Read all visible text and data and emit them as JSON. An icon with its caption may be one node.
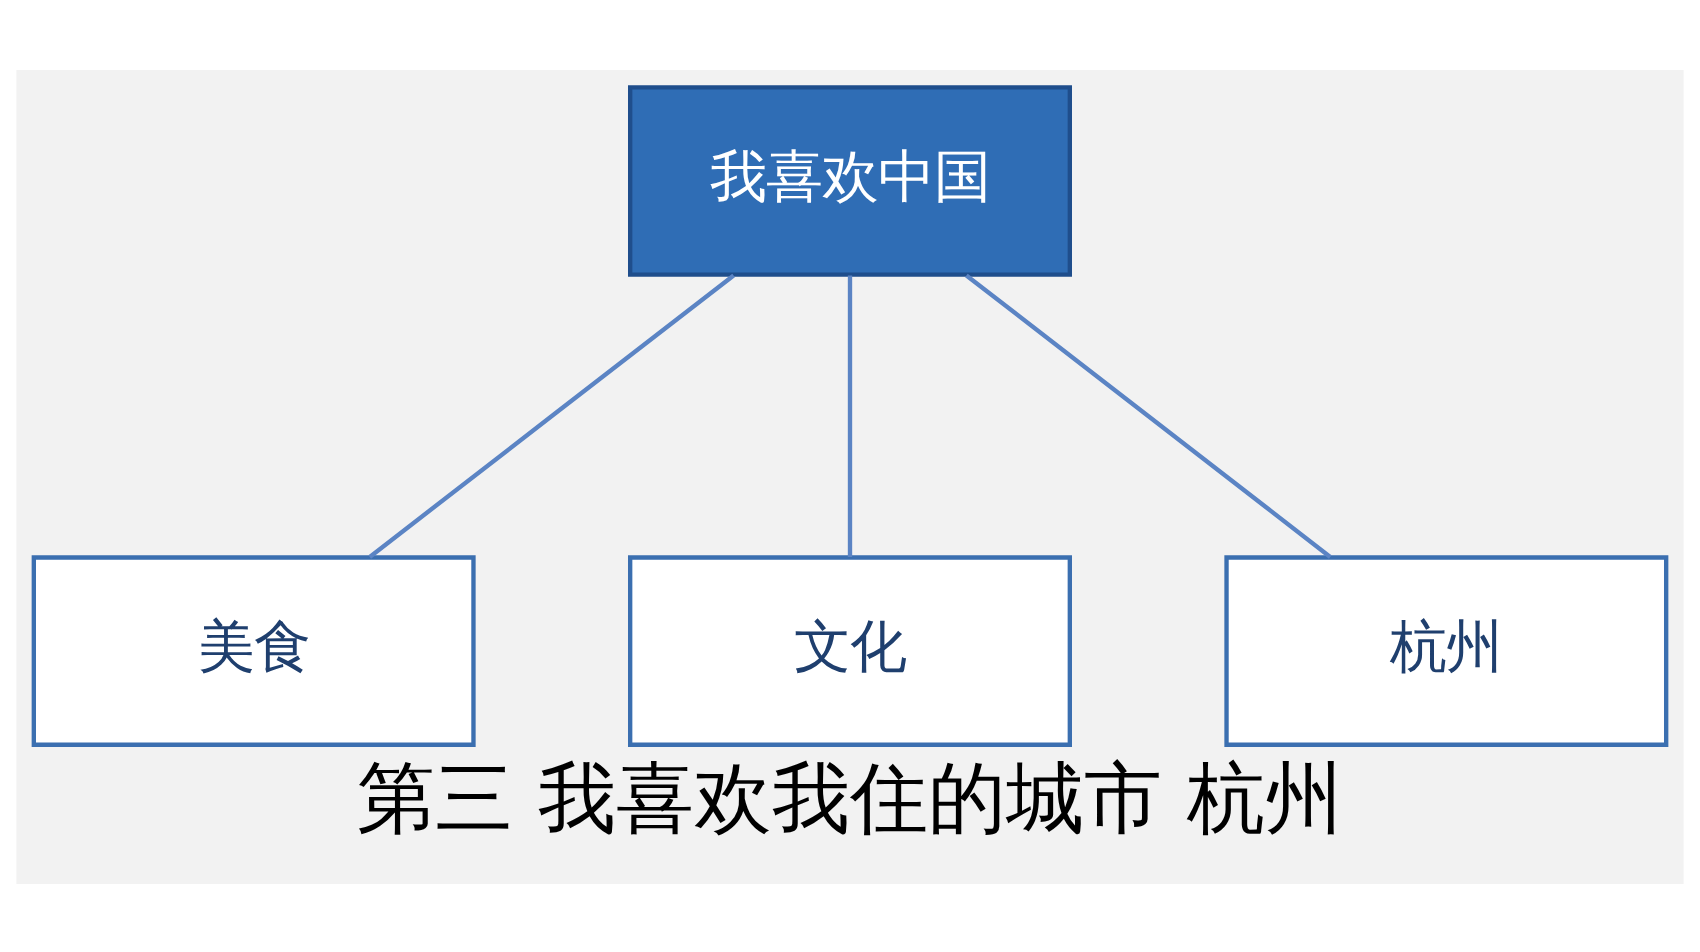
{
  "diagram": {
    "caption": "第三 我喜欢我住的城市 杭州",
    "nodes": [
      {
        "text": [
          "我喜欢中国"
        ]
      },
      {
        "text": [
          "美食"
        ]
      },
      {
        "text": [
          "文化"
        ]
      },
      {
        "text": [
          "杭州"
        ]
      }
    ],
    "edges": [
      {
        "from": 0,
        "to": 1,
        "arrow": "none"
      },
      {
        "from": 0,
        "to": 2,
        "arrow": "none"
      },
      {
        "from": 0,
        "to": 3,
        "arrow": "none"
      }
    ]
  }
}
